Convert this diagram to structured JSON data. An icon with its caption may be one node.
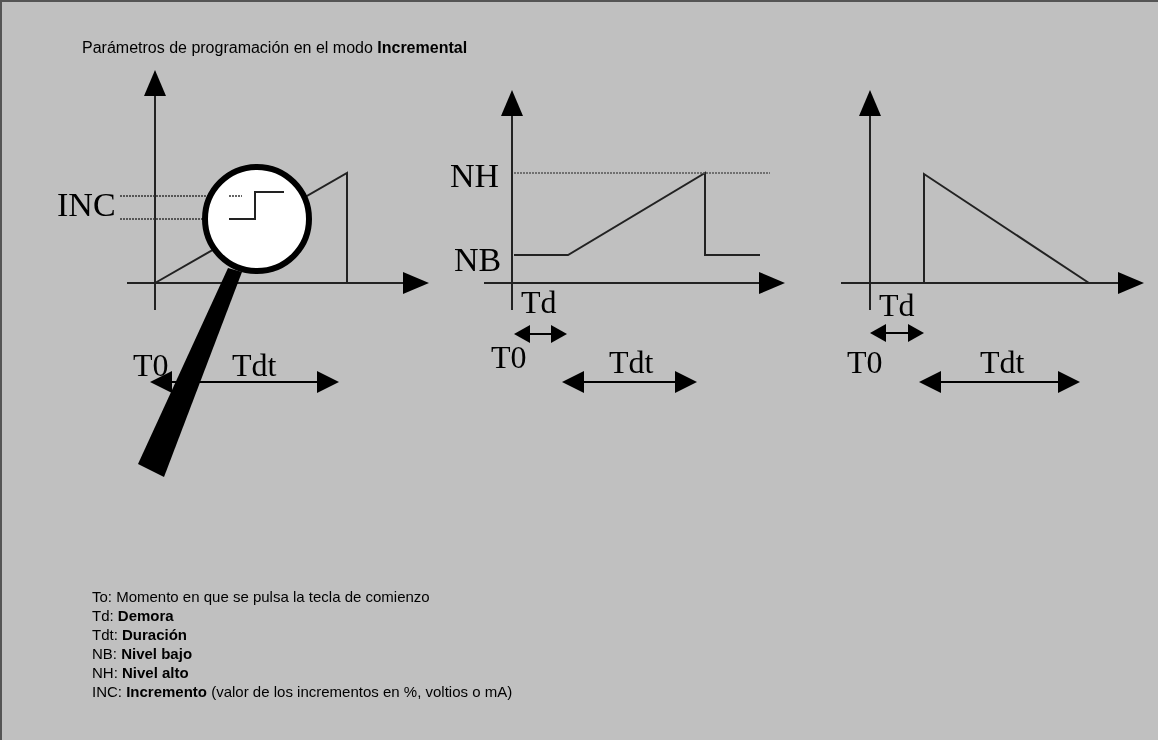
{
  "diagram": {
    "title": "Parámetros de programación en el modo **Incremental**",
    "labels": [
      "INC",
      "T0",
      "Tdt",
      "NH",
      "NB",
      "Td",
      "T0",
      "Tdt",
      "Td",
      "T0",
      "Tdt",
      "To: Momento en que se pulsa la tecla de comienzo",
      "Td: **Demora**",
      "Tdt: **Duración**",
      "NB: **Nivel bajo**",
      "NH: **Nivel alto**",
      "INC: **Incremento** (valor de los incrementos en %, voltios o mA)"
    ]
  }
}
